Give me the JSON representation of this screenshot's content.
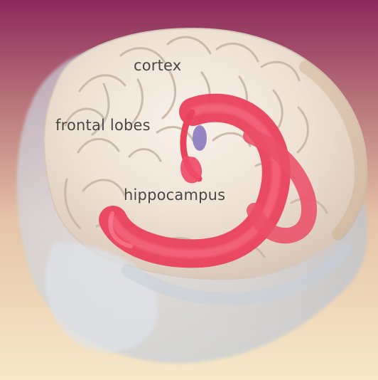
{
  "labels": {
    "cortex": "cortex",
    "frontal_lobes": "frontal lobes",
    "hippocampus": "hippocampus"
  },
  "colors": {
    "background_top": "#8e2a5f",
    "background_bottom": "#f6e9c7",
    "brain_tissue": "#eee3d6",
    "skull": "#cfd5df",
    "hippocampus": "#e9435f",
    "highlight": "#8f7ec0"
  },
  "icons": {
    "brain": "brain-illustration",
    "hippocampus": "hippocampus-structure"
  }
}
